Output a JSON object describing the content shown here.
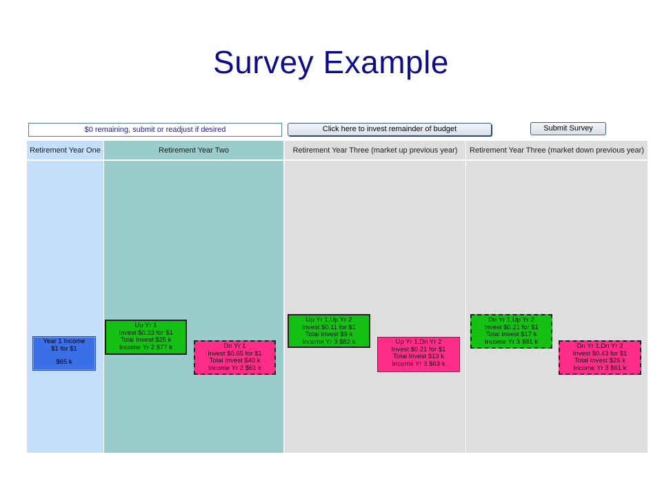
{
  "slide": {
    "title": "Survey Example"
  },
  "toolbar": {
    "status_text": "$0 remaining, submit or readjust if desired",
    "invest_button_label": "Click here to invest remainder of budget",
    "submit_button_label": "Submit Survey"
  },
  "columns": [
    {
      "header": "Retirement Year One"
    },
    {
      "header": "Retirement Year Two"
    },
    {
      "header": "Retirement Year Three (market up previous year)"
    },
    {
      "header": "Retirement Year Three (market down previous year)"
    }
  ],
  "year1_card": {
    "line1": "Year 1 Income",
    "line2": "$1 for $1",
    "value": "$65 k"
  },
  "cards": [
    {
      "line1": "Up Yr 1",
      "line2": "Invest $0.33 for $1",
      "line3": "Total Invest $25 k",
      "line4": "Income Yr 2 $77 k"
    },
    {
      "line1": "Dn Yr 1",
      "line2": "Invest $0.65 for $1",
      "line3": "Total Invest $40 k",
      "line4": "Income Yr 2 $61 k"
    },
    {
      "line1": "Up Yr 1,Up Yr 2",
      "line2": "Invest $0.11 for $1",
      "line3": "Total Invest $9 k",
      "line4": "Income Yr 3 $82 k"
    },
    {
      "line1": "Up Yr 1,Dn Yr 2",
      "line2": "Invest $0.21 for $1",
      "line3": "Total Invest $13 k",
      "line4": "Income Yr 3 $63 k"
    },
    {
      "line1": "Dn Yr 1,Up Yr 2",
      "line2": "Invest $0.21 for $1",
      "line3": "Total Invest $17 k",
      "line4": "Income Yr 3 $81 k"
    },
    {
      "line1": "Dn Yr 1,Dn Yr 2",
      "line2": "Invest $0.43 for $1",
      "line3": "Total Invest $26 k",
      "line4": "Income Yr 3 $61 k"
    }
  ],
  "colors": {
    "title": "#0d0d8a",
    "year_one_bg": "#c3dffb",
    "year_two_bg": "#99cccb",
    "year_three_bg": "#dedede",
    "up_card": "#13c013",
    "down_card": "#ff2d87",
    "year1_card": "#3a6fe8"
  }
}
